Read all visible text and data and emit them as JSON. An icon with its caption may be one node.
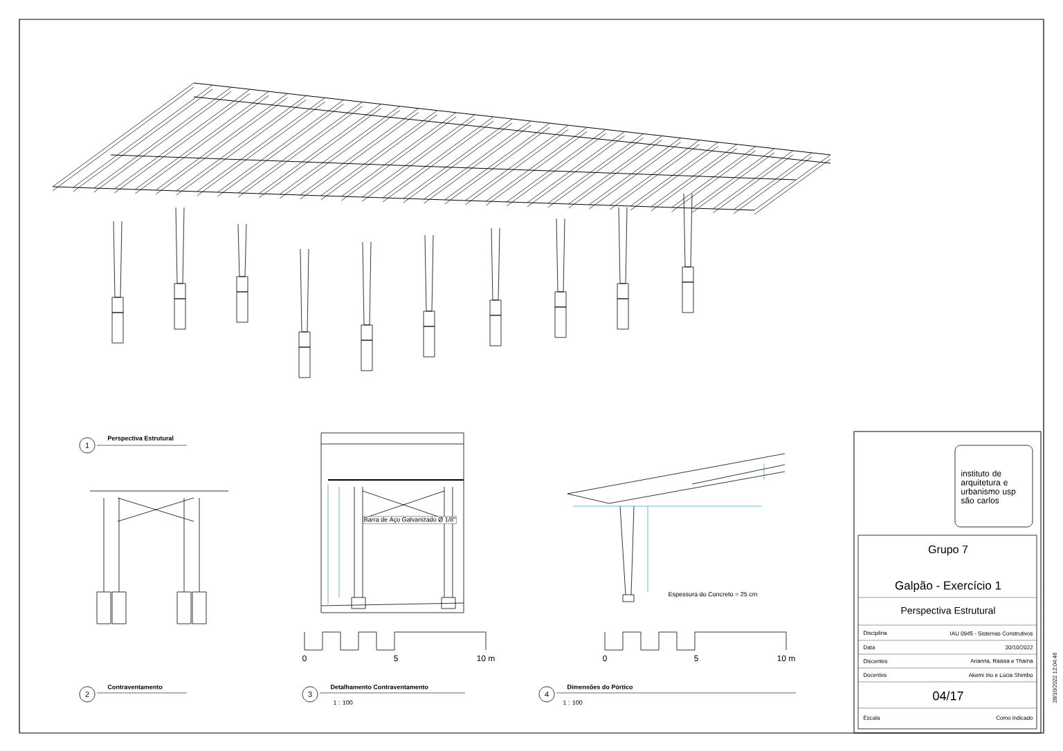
{
  "diagram": {
    "labels": [
      "1",
      "Perspectiva Estrutural",
      "Barra de Aço Galvanizado Ø 1/8\"",
      "Espessura do Concreto = 25 cm",
      "0",
      "5",
      "10 m",
      "0",
      "5",
      "10 m",
      "2",
      "Contraventamento",
      "3",
      "Detalhamento Contraventamento",
      "1 : 100",
      "4",
      "Dimensões do Pórtico",
      "1 : 100",
      "instituto de arquitetura e urbanismo usp são carlos",
      "Grupo 7",
      "Galpão - Exercício 1",
      "Perspectiva Estrutural",
      "Disciplina",
      "IAU 0945 - Sistemas Construtivos",
      "Data",
      "30/10/2022",
      "Discentes",
      "Arianna, Raissa e Thaína",
      "Docentes",
      "Akemi Ino e Lúcia Shimbo",
      "04/17",
      "Escala",
      "Como indicado",
      "28/10/2022 12:04:46"
    ]
  }
}
